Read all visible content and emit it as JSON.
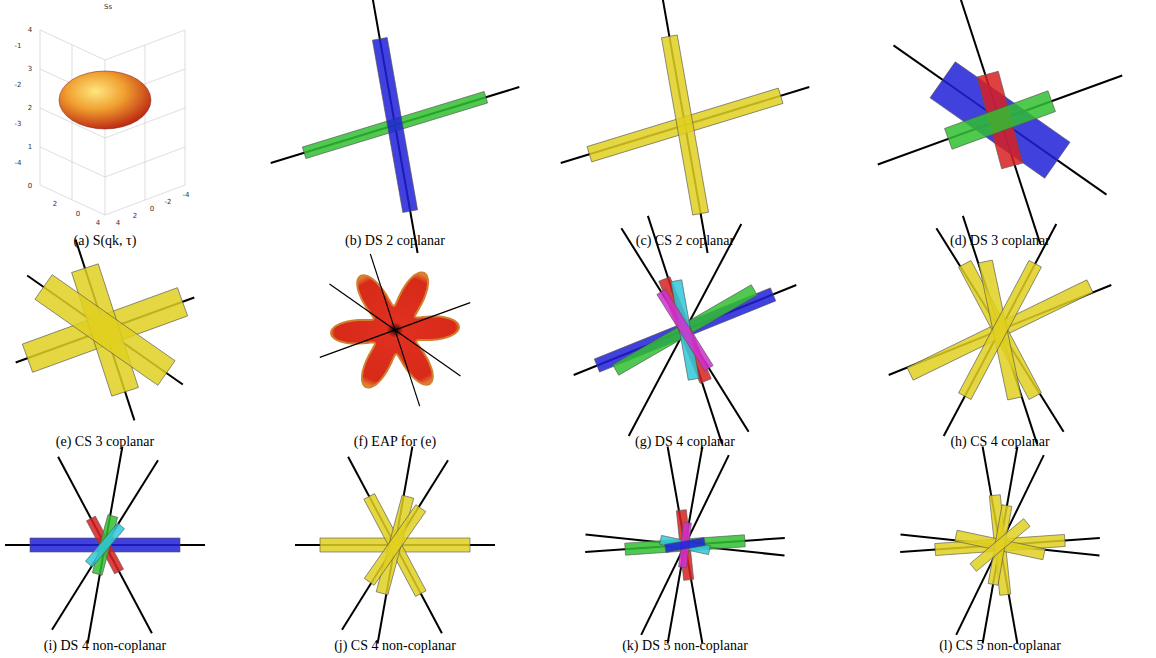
{
  "diagram": {
    "labels": [
      "(a) S(qk, τ)",
      "(b) DS 2 coplanar",
      "(c) CS 2 coplanar",
      "(d) DS 3 coplanar",
      "(e) CS 3 coplanar",
      "(f) EAP for (e)",
      "(g) DS 4 coplanar",
      "(h) CS 4 coplanar",
      "(i) DS 4 non-coplanar",
      "(j) CS 4 non-coplanar",
      "(k) DS 5 non-coplanar",
      "(l) CS 5 non-coplanar",
      "Ss",
      "4",
      "3",
      "2",
      "1",
      "0",
      "-1",
      "-2",
      "-3",
      "-4",
      "2",
      "0",
      "4",
      "4",
      "2",
      "0",
      "-2",
      "-4"
    ]
  }
}
